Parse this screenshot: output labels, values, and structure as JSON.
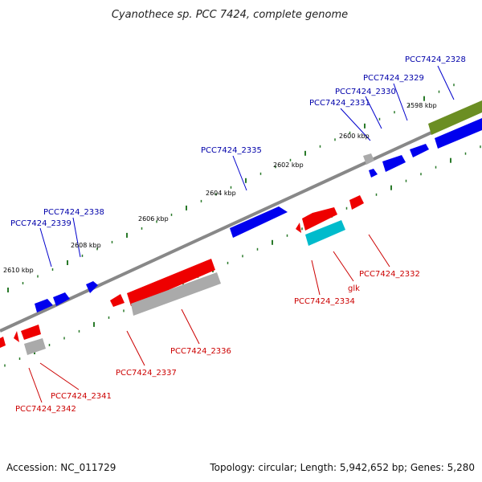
{
  "title": "Cyanothece sp. PCC 7424, complete genome",
  "footer": {
    "accession": "Accession: NC_011729",
    "summary": "Topology: circular; Length: 5,942,652 bp; Genes: 5,280"
  },
  "colors": {
    "backbone": "#777777",
    "tick": "#2a7a2a",
    "forward_gene": "#0000ee",
    "reverse_gene": "#ee0000",
    "rna_gene": "#aaaaaa",
    "selected_gene": "#6b8e23",
    "cyan_gene": "#00bbcc",
    "forward_label": "#0000aa",
    "reverse_label": "#cc0000"
  },
  "kbp_labels": [
    "2598 kbp",
    "2600 kbp",
    "2602 kbp",
    "2604 kbp",
    "2606 kbp",
    "2608 kbp",
    "2610 kbp"
  ],
  "forward_labels": [
    "PCC7424_2328",
    "PCC7424_2329",
    "PCC7424_2330",
    "PCC7424_2331",
    "PCC7424_2335",
    "PCC7424_2338",
    "PCC7424_2339"
  ],
  "reverse_labels": [
    "PCC7424_2332",
    "glk",
    "PCC7424_2334",
    "PCC7424_2336",
    "PCC7424_2337",
    "PCC7424_2341",
    "PCC7424_2342"
  ]
}
